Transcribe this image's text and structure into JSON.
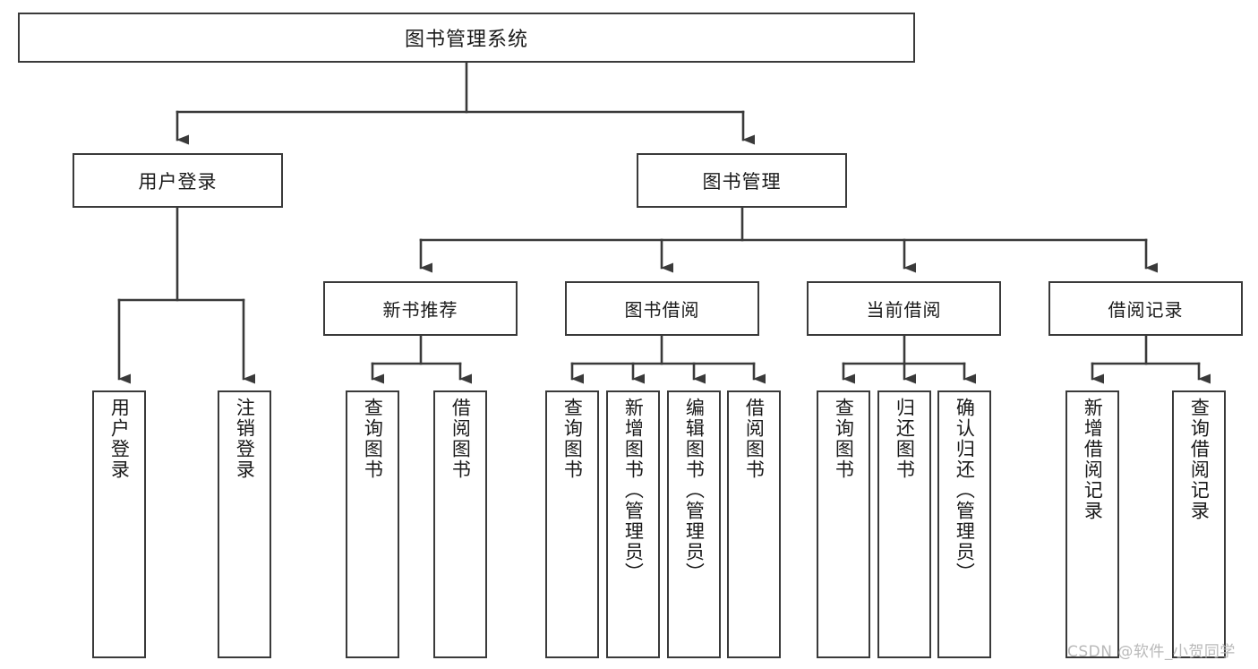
{
  "diagram": {
    "title": "图书管理系统",
    "type": "hierarchy-tree",
    "watermark": "CSDN @软件_小贺同学",
    "colors": {
      "stroke": "#3a3a3a",
      "background": "#ffffff",
      "text": "#1a1a1a",
      "watermark": "#b9b9b9"
    },
    "levels": {
      "root": {
        "label": "图书管理系统"
      },
      "level2": [
        {
          "label": "用户登录"
        },
        {
          "label": "图书管理"
        }
      ],
      "level3": [
        {
          "label": "新书推荐"
        },
        {
          "label": "图书借阅"
        },
        {
          "label": "当前借阅"
        },
        {
          "label": "借阅记录"
        }
      ],
      "leaves": [
        {
          "label": "用户登录",
          "parent": "用户登录"
        },
        {
          "label": "注销登录",
          "parent": "用户登录"
        },
        {
          "label": "查询图书",
          "parent": "新书推荐"
        },
        {
          "label": "借阅图书",
          "parent": "新书推荐"
        },
        {
          "label": "查询图书",
          "parent": "图书借阅"
        },
        {
          "label": "新增图书（管理员）",
          "parent": "图书借阅"
        },
        {
          "label": "编辑图书（管理员）",
          "parent": "图书借阅"
        },
        {
          "label": "借阅图书",
          "parent": "图书借阅"
        },
        {
          "label": "查询图书",
          "parent": "当前借阅"
        },
        {
          "label": "归还图书",
          "parent": "当前借阅"
        },
        {
          "label": "确认归还（管理员）",
          "parent": "当前借阅"
        },
        {
          "label": "新增借阅记录",
          "parent": "借阅记录"
        },
        {
          "label": "查询借阅记录",
          "parent": "借阅记录"
        }
      ]
    }
  }
}
